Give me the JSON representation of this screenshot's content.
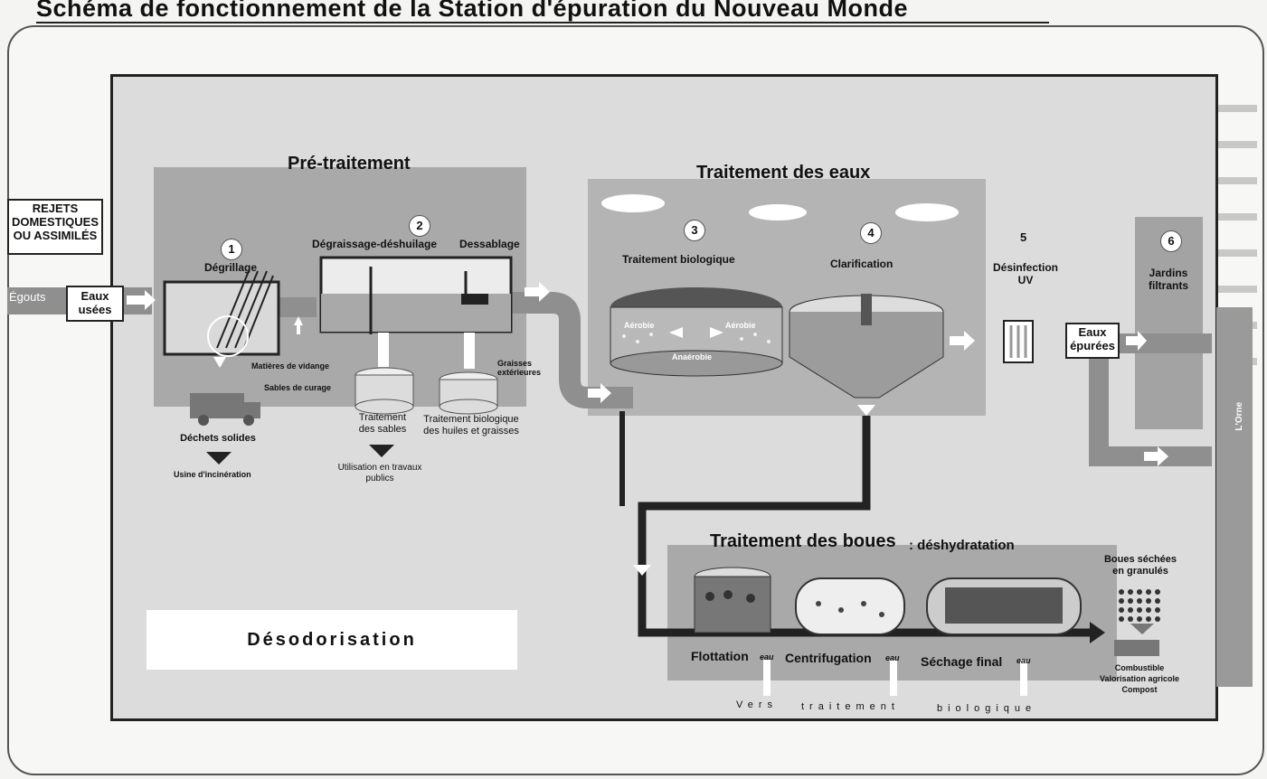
{
  "title": "Schéma de fonctionnement de la Station d'épuration du Nouveau Monde",
  "inputs": {
    "rejets": "REJETS DOMESTIQUES OU ASSIMILÉS",
    "egouts": "Égouts",
    "eaux_usees": "Eaux usées"
  },
  "pretraitement": {
    "title": "Pré-traitement",
    "step1": {
      "num": "1",
      "label": "Dégrillage"
    },
    "step2": {
      "num": "2",
      "label": "Dégraissage-déshuilage",
      "label2": "Dessablage"
    },
    "matieres_vidange": "Matières de vidange",
    "sables_curage": "Sables de curage",
    "graisses_exterieures": "Graisses extérieures",
    "traitement_sables": "Traitement des sables",
    "traitement_huiles": "Traitement biologique des huiles et graisses",
    "dechets_solides": "Déchets solides",
    "usine": "Usine d'incinération",
    "utilisation": "Utilisation en travaux publics"
  },
  "eaux": {
    "title": "Traitement des eaux",
    "step3": {
      "num": "3",
      "label": "Traitement biologique"
    },
    "step4": {
      "num": "4",
      "label": "Clarification"
    },
    "step5": {
      "num": "5",
      "label": "Désinfection UV"
    },
    "step6": {
      "num": "6",
      "label": "Jardins filtrants"
    },
    "aerobie": "Aérobie",
    "anaerobie": "Anaérobie",
    "eaux_epurees": "Eaux épurées",
    "orne": "L'Orne"
  },
  "boues": {
    "title": "Traitement des boues",
    "subtitle": ": déshydratation",
    "flottation": "Flottation",
    "centrifugation": "Centrifugation",
    "sechage": "Séchage final",
    "eau": "eau",
    "boues_sechees": "Boues séchées en granulés",
    "combustible": "Combustible",
    "valorisation": "Valorisation agricole",
    "compost": "Compost",
    "vers": "Vers",
    "traitement": "traitement",
    "biologique": "biologique"
  },
  "desodorisation": "Désodorisation"
}
